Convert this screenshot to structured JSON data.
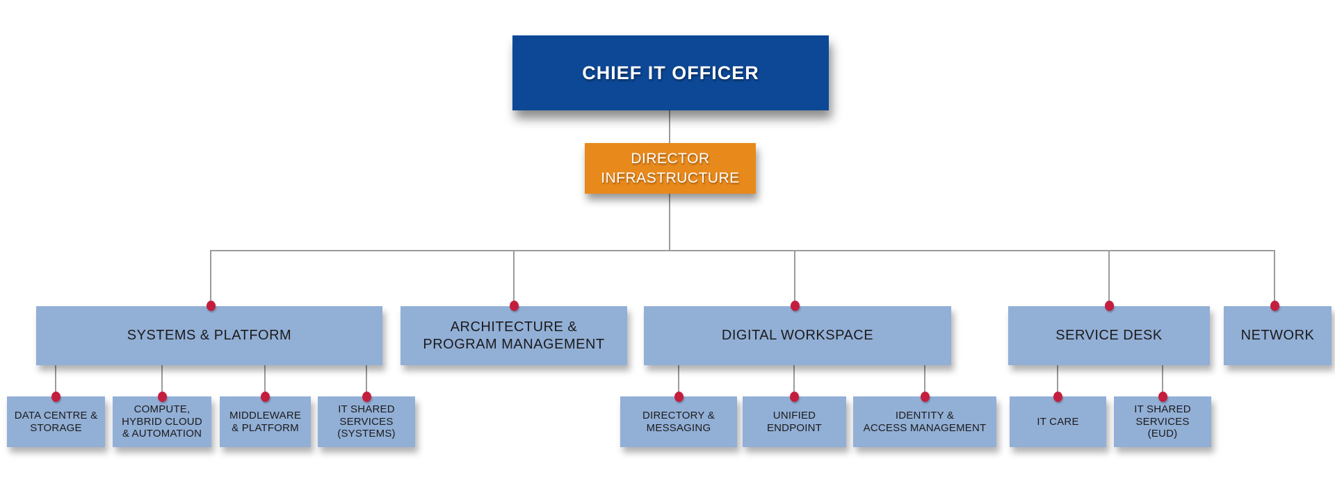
{
  "org": {
    "root": {
      "label": "CHIEF IT OFFICER"
    },
    "director": {
      "label": "DIRECTOR\nINFRASTRUCTURE"
    },
    "departments": [
      {
        "label": "SYSTEMS & PLATFORM",
        "children": [
          {
            "label": "DATA CENTRE &\nSTORAGE"
          },
          {
            "label": "COMPUTE,\nHYBRID CLOUD\n& AUTOMATION"
          },
          {
            "label": "MIDDLEWARE\n& PLATFORM"
          },
          {
            "label": "IT SHARED\nSERVICES\n(SYSTEMS)"
          }
        ]
      },
      {
        "label": "ARCHITECTURE &\nPROGRAM MANAGEMENT",
        "children": []
      },
      {
        "label": "DIGITAL WORKSPACE",
        "children": [
          {
            "label": "DIRECTORY &\nMESSAGING"
          },
          {
            "label": "UNIFIED\nENDPOINT"
          },
          {
            "label": "IDENTITY &\nACCESS MANAGEMENT"
          }
        ]
      },
      {
        "label": "SERVICE DESK",
        "children": [
          {
            "label": "IT CARE"
          },
          {
            "label": "IT SHARED\nSERVICES\n(EUD)"
          }
        ]
      },
      {
        "label": "NETWORK",
        "children": []
      }
    ]
  },
  "colors": {
    "root_bg": "#0D4896",
    "director_bg": "#E8891C",
    "box_bg": "#92AFD6",
    "dot_color": "#C41E3E",
    "line_color": "#9B9B9B",
    "text_dark": "#1B1B1B",
    "text_light": "#FFFFFF",
    "canvas_bg": "#FFFFFF"
  }
}
